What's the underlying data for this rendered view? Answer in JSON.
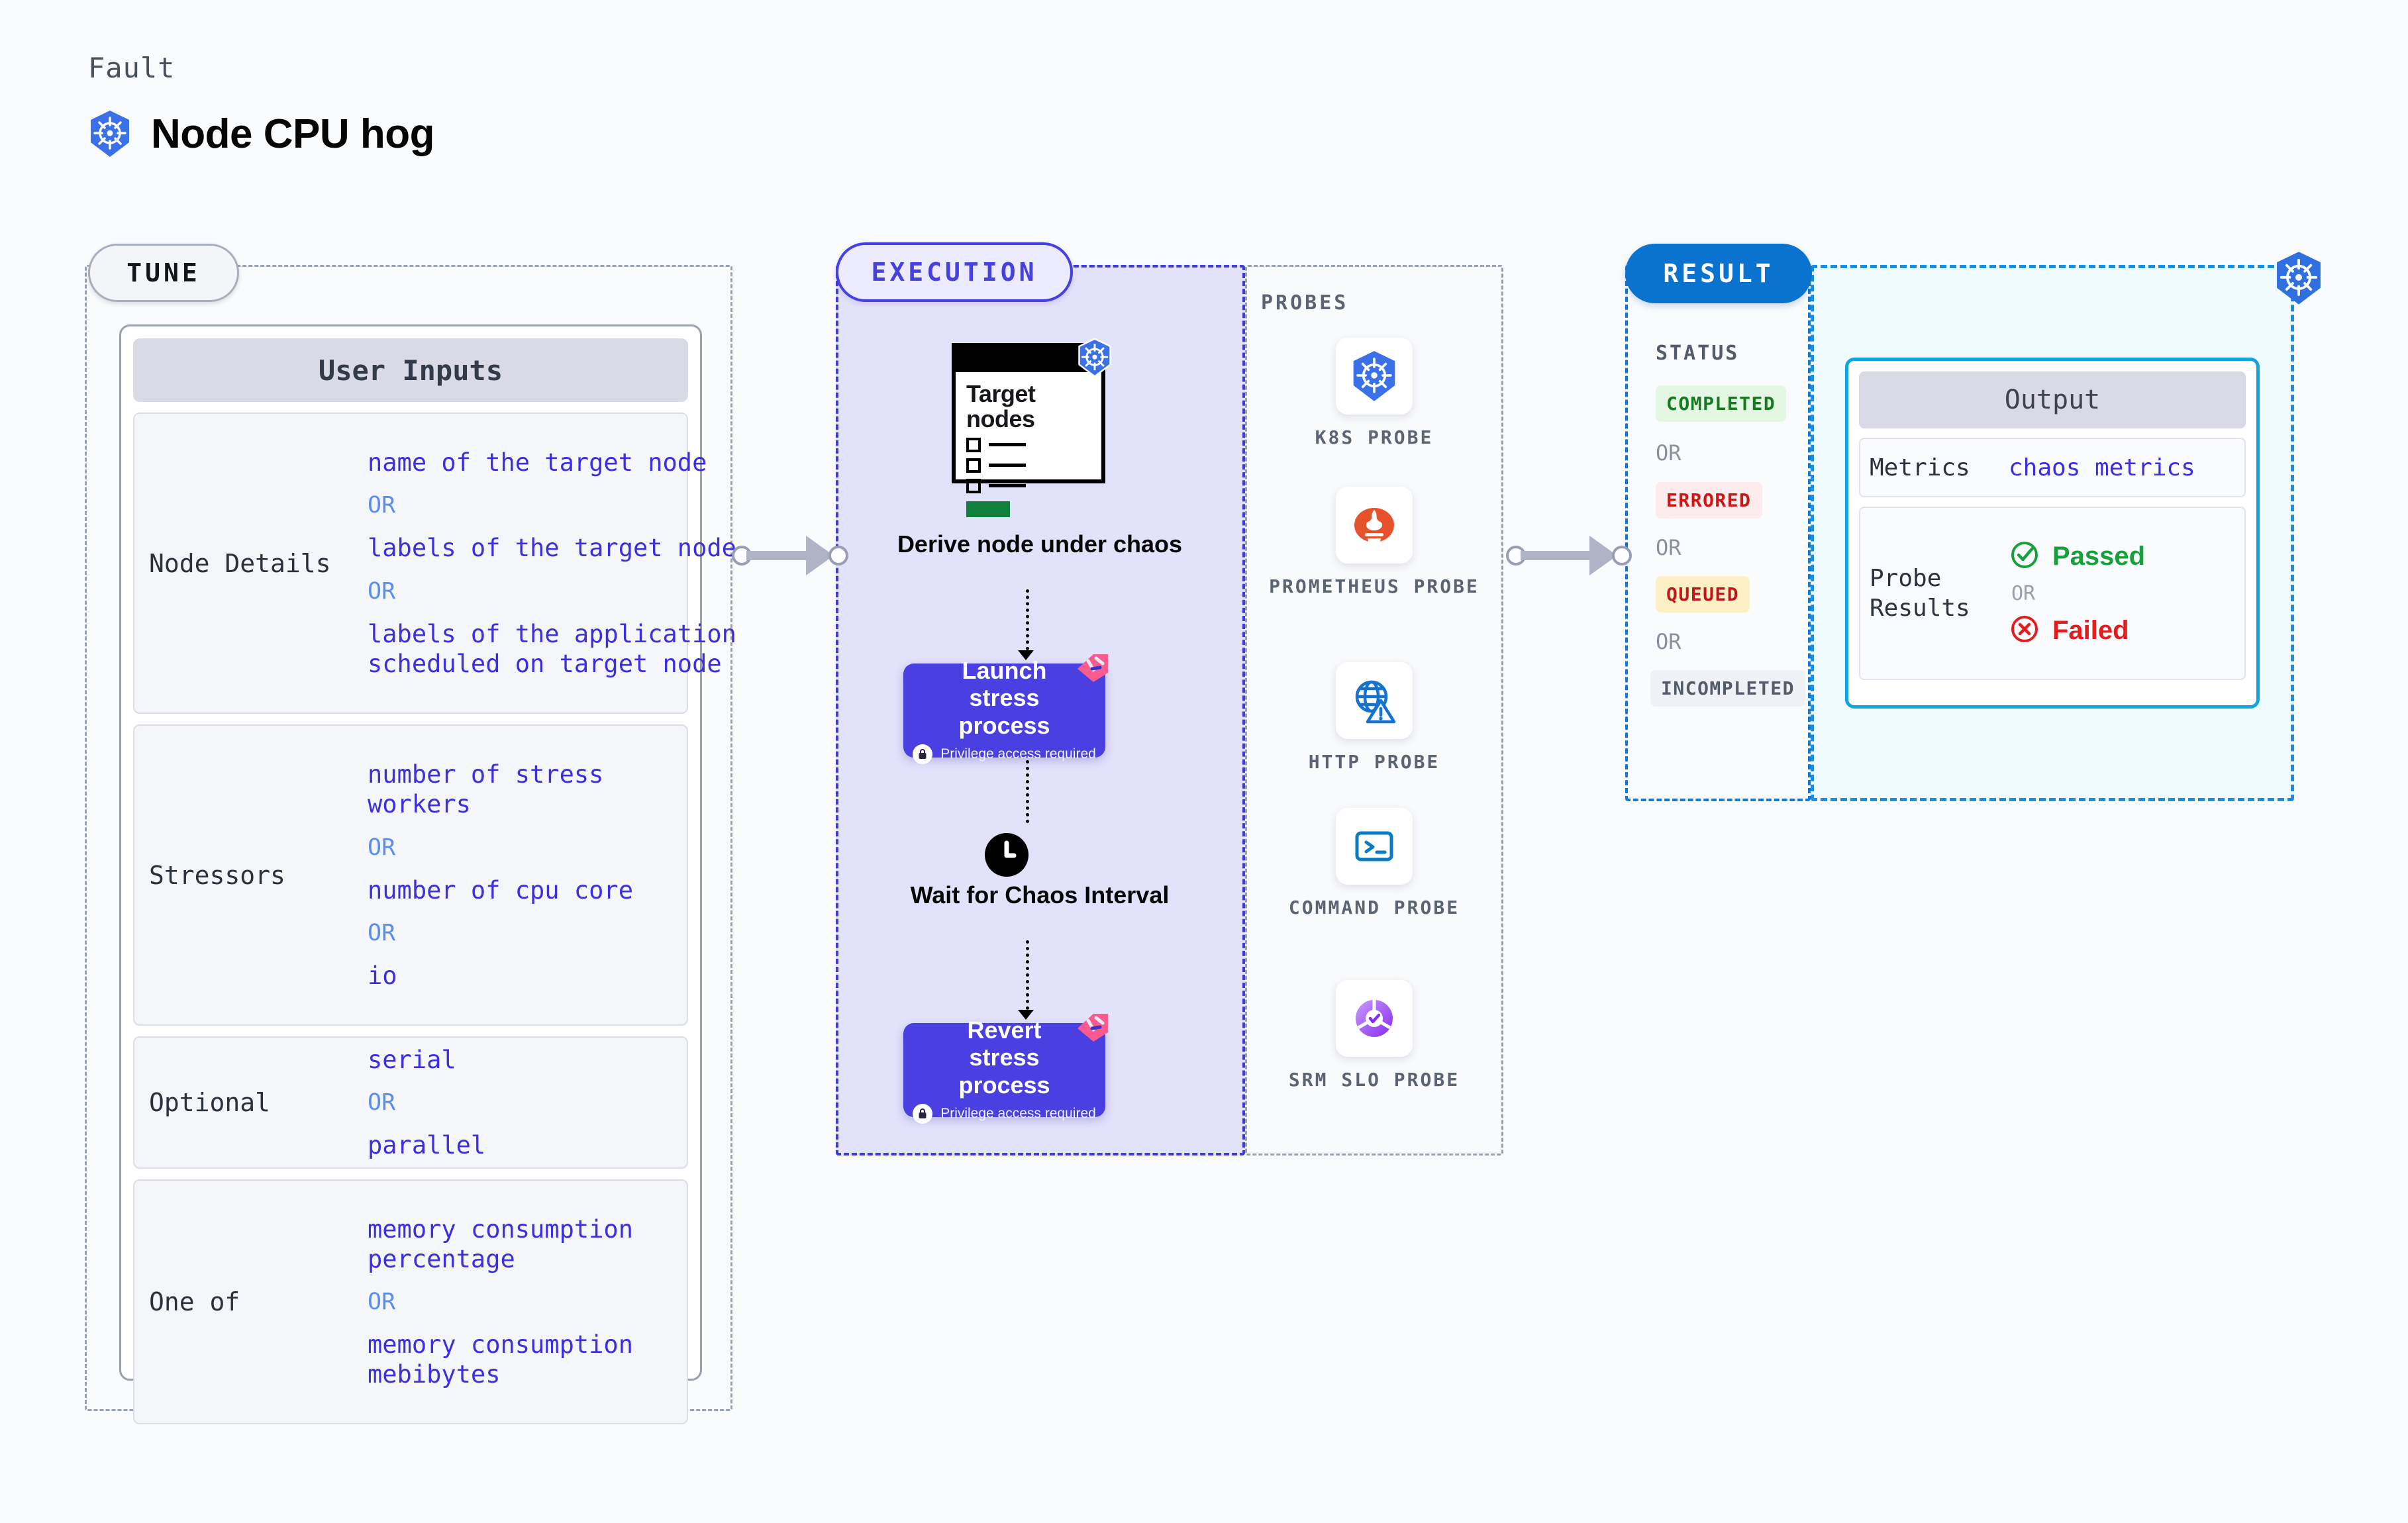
{
  "header": {
    "kicker": "Fault",
    "title": "Node CPU hog",
    "icon": "kubernetes-icon"
  },
  "colors": {
    "tune_border": "#9aa1ae",
    "execution_accent": "#4540e0",
    "execution_fill": "#e3e2fb",
    "result_accent": "#0a72cf",
    "output_accent": "#0fa3e0",
    "node_purple": "#4a40e2",
    "value_blue": "#3b2fe0",
    "or_blue": "#5a8ef0",
    "harness_pink": "#fb5a8e"
  },
  "tune": {
    "badge": "TUNE",
    "card_title": "User Inputs",
    "rows": [
      {
        "label": "Node Details",
        "values": [
          "name of the target node",
          "labels of the target node",
          "labels of the application\n scheduled on target node"
        ],
        "or_label": "OR"
      },
      {
        "label": "Stressors",
        "values": [
          "number of stress workers",
          "number of cpu core",
          "io"
        ],
        "or_label": "OR"
      },
      {
        "label": "Optional",
        "values": [
          "serial",
          "parallel"
        ],
        "or_label": "OR"
      },
      {
        "label": "One of",
        "values": [
          "memory consumption percentage",
          "memory consumption mebibytes"
        ],
        "or_label": "OR"
      }
    ]
  },
  "execution": {
    "badge": "EXECUTION",
    "derive": {
      "card_title": "Target nodes",
      "label": "Derive node under chaos",
      "icon": "kubernetes-icon"
    },
    "launch": {
      "title": "Launch stress process",
      "subtitle": "Privilege access required",
      "icon": "lock-icon",
      "corner_icon": "harness-icon"
    },
    "wait": {
      "label": "Wait for Chaos Interval",
      "icon": "clock-icon"
    },
    "revert": {
      "title": "Revert stress process",
      "subtitle": "Privilege access required",
      "icon": "lock-icon",
      "corner_icon": "harness-icon"
    }
  },
  "probes": {
    "title": "PROBES",
    "items": [
      {
        "name": "K8S PROBE",
        "icon": "kubernetes-icon"
      },
      {
        "name": "PROMETHEUS PROBE",
        "icon": "prometheus-icon"
      },
      {
        "name": "HTTP PROBE",
        "icon": "globe-warning-icon"
      },
      {
        "name": "COMMAND PROBE",
        "icon": "terminal-icon"
      },
      {
        "name": "SRM SLO PROBE",
        "icon": "srm-slo-icon"
      }
    ]
  },
  "result": {
    "badge": "RESULT",
    "status_title": "STATUS",
    "or_label": "OR",
    "statuses": [
      {
        "text": "COMPLETED",
        "color": "#157a20",
        "bg": "#e3f7e3"
      },
      {
        "text": "ERRORED",
        "color": "#cc1515",
        "bg": "#fdeced"
      },
      {
        "text": "QUEUED",
        "color": "#c01818",
        "bg": "#fdf0c7"
      },
      {
        "text": "INCOMPLETED",
        "color": "#545b6b",
        "bg": "#f0f1f6"
      }
    ]
  },
  "output": {
    "title": "Output",
    "metrics_label": "Metrics",
    "metrics_value": "chaos metrics",
    "probe_results_label": "Probe Results",
    "passed_label": "Passed",
    "failed_label": "Failed",
    "or_label": "OR",
    "passed_icon": "check-circle-icon",
    "failed_icon": "x-circle-icon",
    "corner_icon": "kubernetes-icon"
  }
}
